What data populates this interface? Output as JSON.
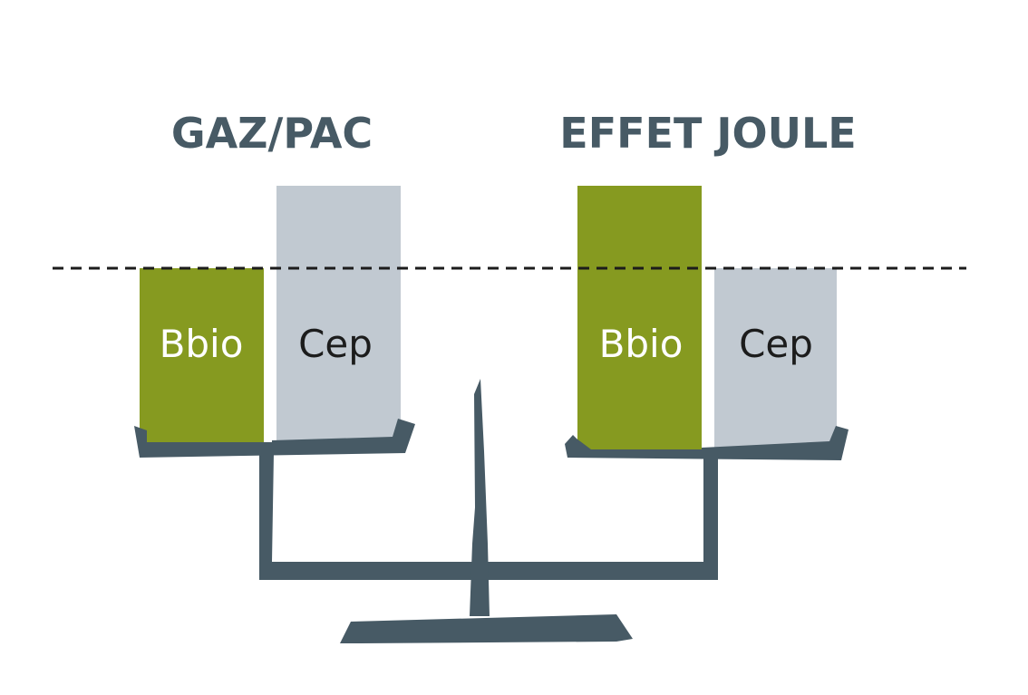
{
  "groups": [
    {
      "title": "GAZ/PAC",
      "bars": [
        {
          "label": "Bbio",
          "color": "#869a20",
          "text_color": "#ffffff"
        },
        {
          "label": "Cep",
          "color": "#c1c9d1",
          "text_color": "#1c1c1c"
        }
      ]
    },
    {
      "title": "EFFET JOULE",
      "bars": [
        {
          "label": "Bbio",
          "color": "#869a20",
          "text_color": "#ffffff"
        },
        {
          "label": "Cep",
          "color": "#c1c9d1",
          "text_color": "#1c1c1c"
        }
      ]
    }
  ],
  "colors": {
    "scale": "#475a65",
    "title": "#475a65",
    "reference_line": "#1c1c1c"
  }
}
